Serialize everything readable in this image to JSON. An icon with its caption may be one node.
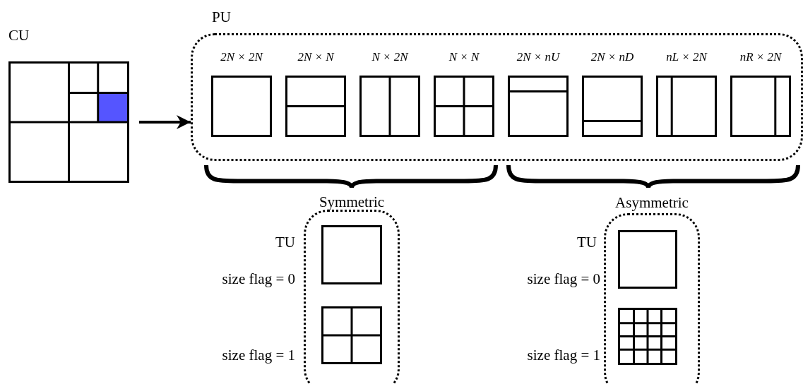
{
  "diagram": {
    "nodes": [
      {
        "text": [
          "CU"
        ]
      },
      {
        "text": [
          "PU"
        ]
      },
      {
        "text": [
          "2N × 2N"
        ],
        "in": 1
      },
      {
        "text": [
          "2N × N"
        ],
        "in": 1
      },
      {
        "text": [
          "N × 2N"
        ],
        "in": 1
      },
      {
        "text": [
          "N × N"
        ],
        "in": 1
      },
      {
        "text": [
          "2N × nU"
        ],
        "in": 1
      },
      {
        "text": [
          "2N × nD"
        ],
        "in": 1
      },
      {
        "text": [
          "nL × 2N"
        ],
        "in": 1
      },
      {
        "text": [
          "nR × 2N"
        ],
        "in": 1
      },
      {
        "text": [
          "Symmetric"
        ]
      },
      {
        "text": [],
        "shape": "box",
        "in": 10,
        "beside": [
          "TU",
          "size flag = 0"
        ]
      },
      {
        "text": [],
        "shape": "box",
        "in": 10,
        "beside": [
          "size flag = 1"
        ]
      },
      {
        "text": [
          "Asymmetric"
        ]
      },
      {
        "text": [],
        "shape": "box",
        "in": 13,
        "beside": [
          "TU",
          "size flag = 0"
        ]
      },
      {
        "text": [],
        "shape": "box",
        "in": 13,
        "beside": [
          "size flag = 1"
        ]
      }
    ],
    "edges": [
      {
        "from": 0,
        "to": 1,
        "arrow": "to"
      }
    ]
  }
}
